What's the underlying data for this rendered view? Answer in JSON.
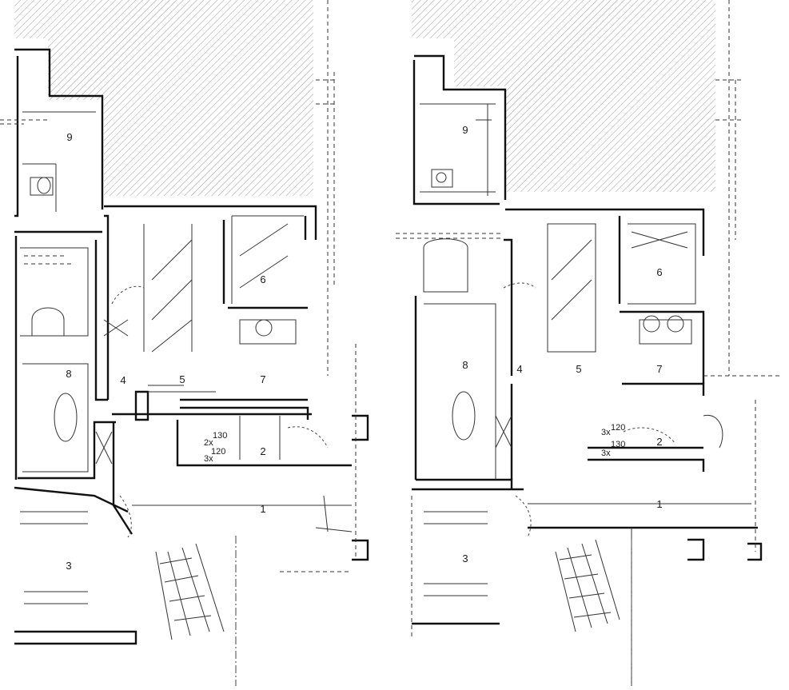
{
  "plans": [
    {
      "id": "left-plan",
      "rooms": [
        {
          "label": "9"
        },
        {
          "label": "6"
        },
        {
          "label": "8"
        },
        {
          "label": "4"
        },
        {
          "label": "5"
        },
        {
          "label": "7"
        },
        {
          "label": "2"
        },
        {
          "label": "1"
        },
        {
          "label": "3"
        }
      ],
      "dimensions": [
        {
          "label": "130"
        },
        {
          "label": "2x"
        },
        {
          "label": "120"
        },
        {
          "label": "3x"
        }
      ]
    },
    {
      "id": "right-plan",
      "rooms": [
        {
          "label": "9"
        },
        {
          "label": "6"
        },
        {
          "label": "8"
        },
        {
          "label": "4"
        },
        {
          "label": "5"
        },
        {
          "label": "7"
        },
        {
          "label": "2"
        },
        {
          "label": "1"
        },
        {
          "label": "3"
        }
      ],
      "dimensions": [
        {
          "label": "3x"
        },
        {
          "label": "120"
        },
        {
          "label": "130"
        },
        {
          "label": "3x"
        }
      ]
    }
  ],
  "colors": {
    "line": "#111111",
    "hatch": "#9a9a9a",
    "background": "#ffffff"
  }
}
